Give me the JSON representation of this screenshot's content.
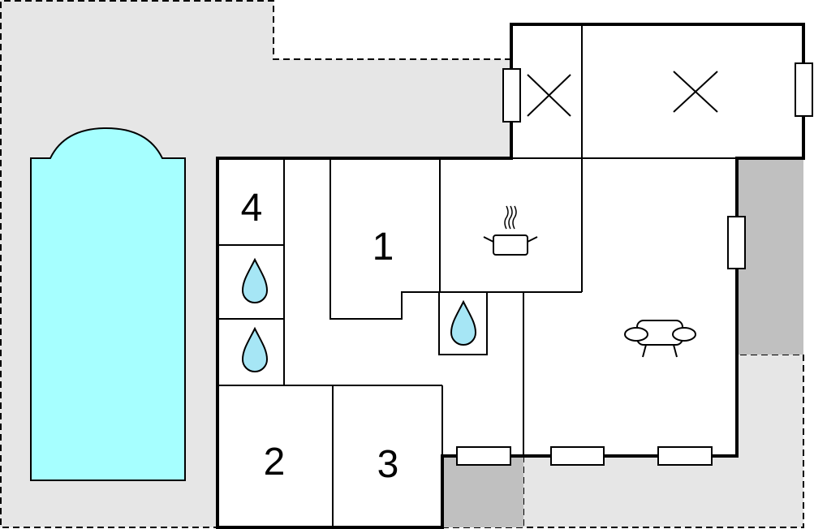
{
  "rooms": {
    "bedroom_1": "1",
    "bedroom_2": "2",
    "bedroom_3": "3",
    "bedroom_4": "4"
  },
  "icons": [
    "water-drop-icon",
    "cooking-pot-icon",
    "sofa-icon",
    "window-icon",
    "cross-icon"
  ],
  "colors": {
    "pool": "#a6ffff",
    "terrace": "#e6e6e6",
    "covered": "#c0c0c0",
    "water_drop": "#a6e6f5",
    "wall": "#000000"
  }
}
